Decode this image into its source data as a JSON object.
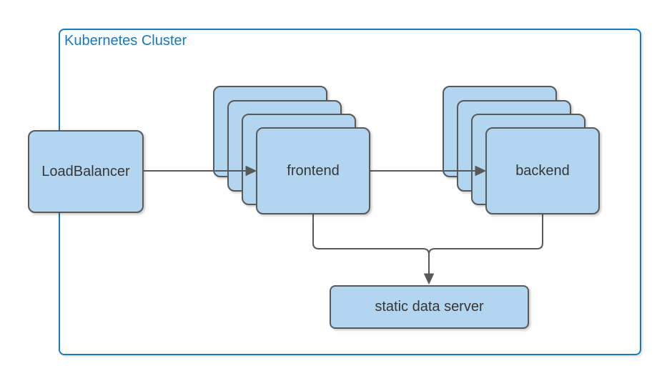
{
  "diagram": {
    "cluster": {
      "label": "Kubernetes Cluster"
    },
    "nodes": {
      "load_balancer": {
        "label": "LoadBalancer",
        "replicas": 1
      },
      "frontend": {
        "label": "frontend",
        "replicas": 4
      },
      "backend": {
        "label": "backend",
        "replicas": 4
      },
      "static_data_server": {
        "label": "static data server",
        "replicas": 1
      }
    },
    "edges": [
      {
        "from": "LoadBalancer",
        "to": "frontend",
        "style": "arrow"
      },
      {
        "from": "frontend",
        "to": "backend",
        "style": "arrow"
      },
      {
        "from": "frontend",
        "to": "static data server",
        "style": "arrow-merged"
      },
      {
        "from": "backend",
        "to": "static data server",
        "style": "arrow-merged"
      }
    ],
    "colors": {
      "cluster_border": "#1779BE",
      "cluster_label": "#1779BE",
      "node_fill": "#B3D6F0",
      "node_border": "#595959",
      "connector": "#595959",
      "label_text": "#363636",
      "background": "#FFFFFF"
    }
  }
}
